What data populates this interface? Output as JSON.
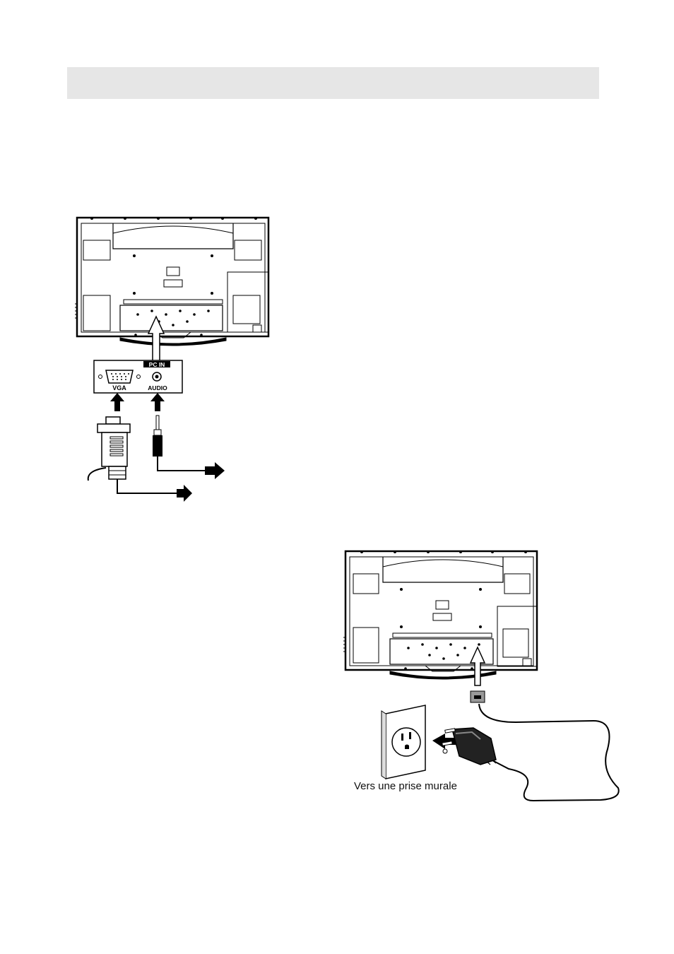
{
  "header": {
    "title": ""
  },
  "figure_pc": {
    "panel_label": "PC IN",
    "port_vga_label": "VGA",
    "port_audio_label": "AUDIO"
  },
  "figure_power": {
    "wall_caption": "Vers une prise murale"
  }
}
